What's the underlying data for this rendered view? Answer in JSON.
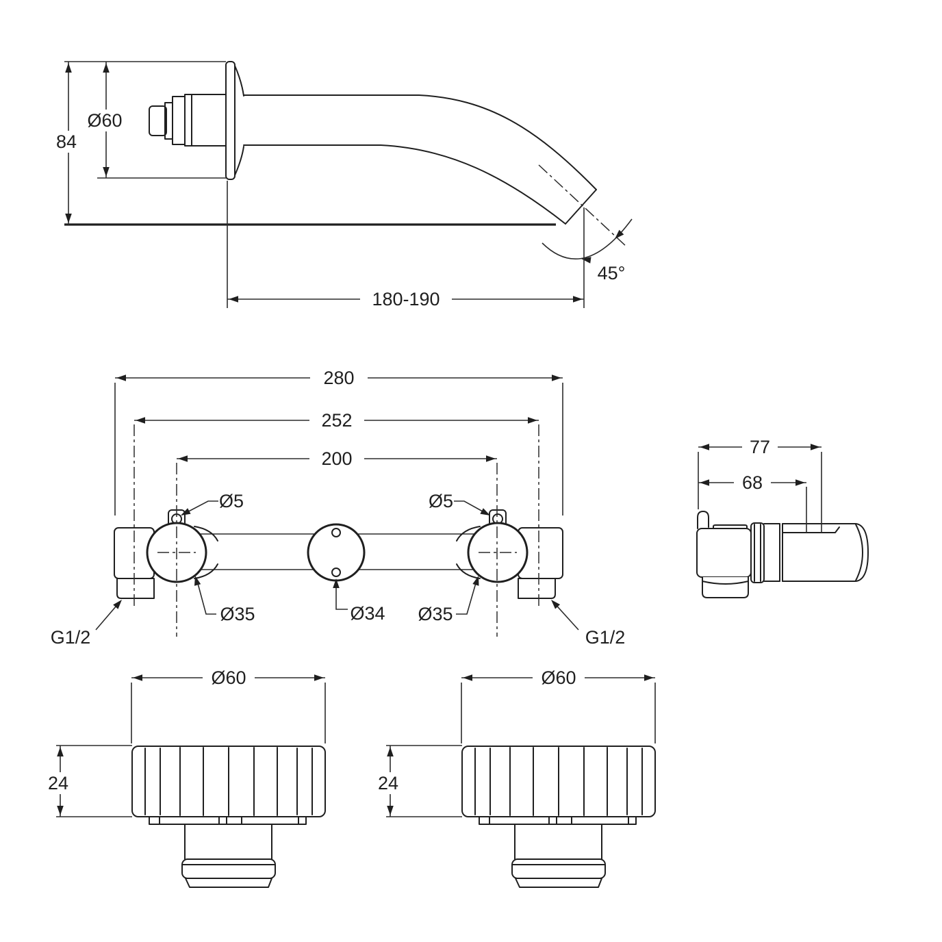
{
  "views": {
    "spout_side": {
      "dim_height": "84",
      "dim_flange_diameter": "Ø60",
      "dim_reach": "180-190",
      "dim_angle": "45°"
    },
    "body_front": {
      "dim_overall_width": "280",
      "dim_inlet_centres": "252",
      "dim_handle_centres": "200",
      "callout_screw_left": "Ø5",
      "callout_screw_right": "Ø5",
      "callout_bore_left": "Ø35",
      "callout_bore_centre": "Ø34",
      "callout_bore_right": "Ø35",
      "callout_thread_left": "G1/2",
      "callout_thread_right": "G1/2"
    },
    "body_side": {
      "dim_depth_overall": "77",
      "dim_depth_body": "68"
    },
    "handle_left": {
      "dim_diameter": "Ø60",
      "dim_height": "24"
    },
    "handle_right": {
      "dim_diameter": "Ø60",
      "dim_height": "24"
    }
  }
}
